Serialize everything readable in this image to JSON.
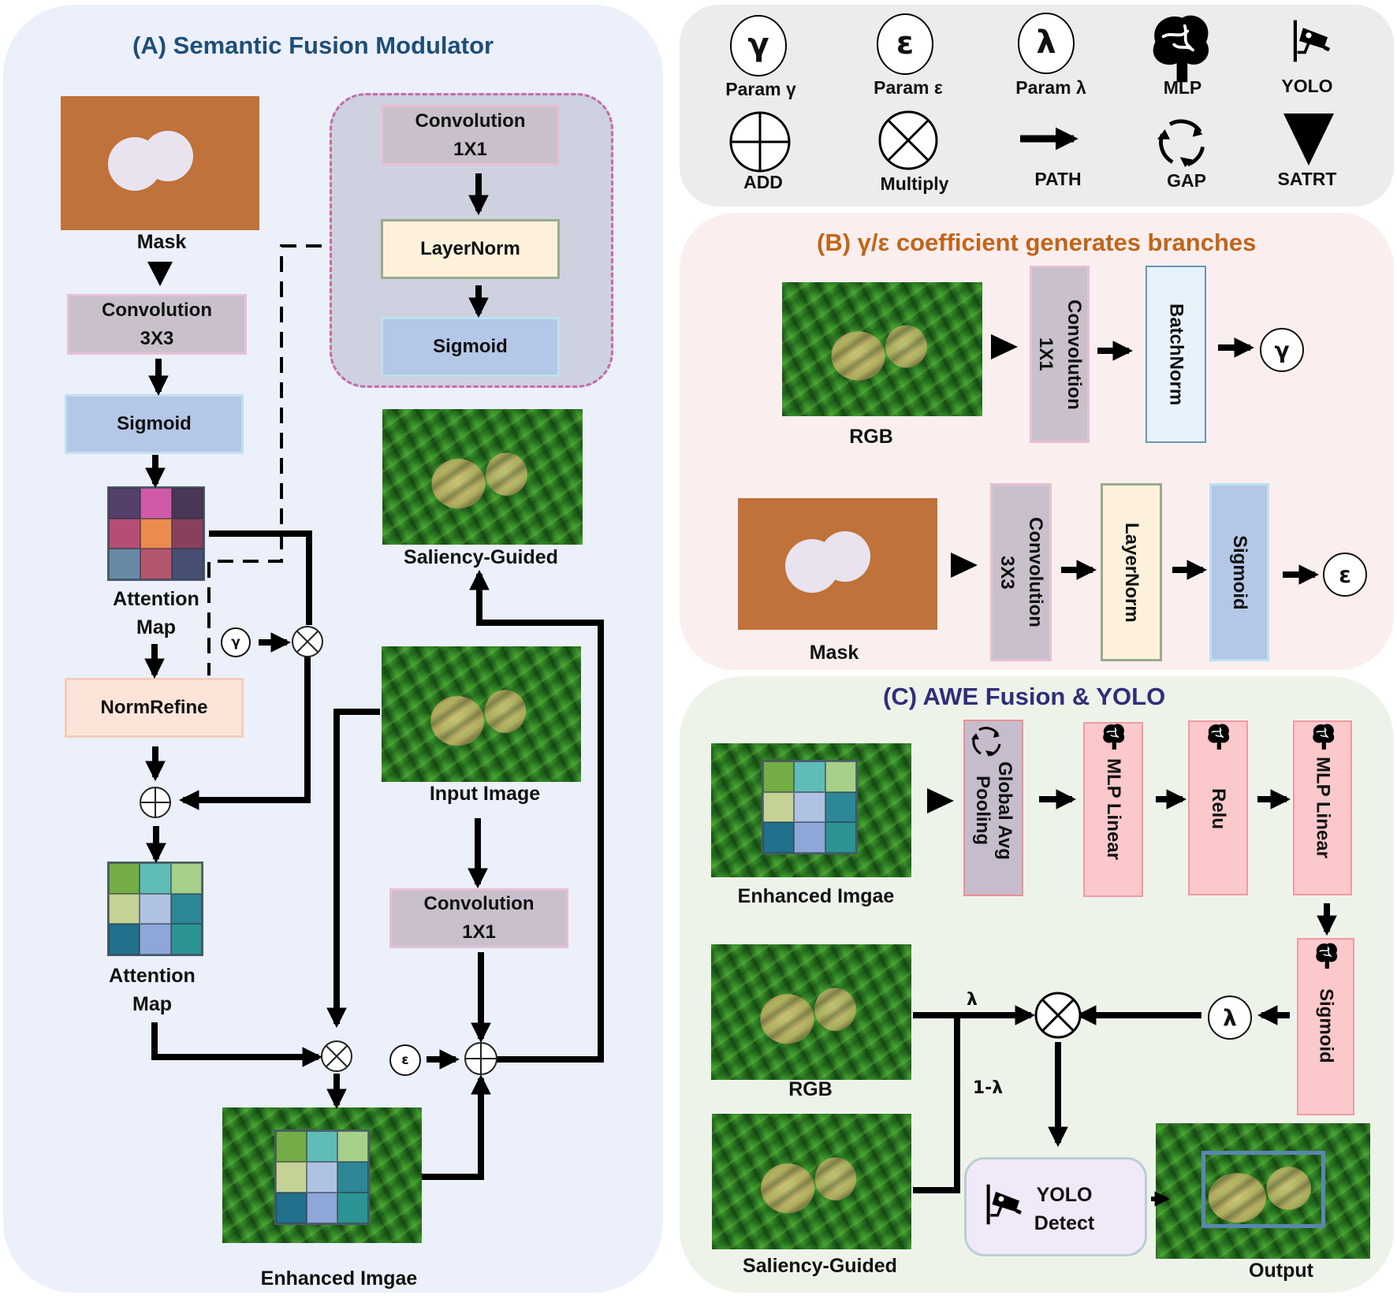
{
  "panels": {
    "a": {
      "title": "(A)   Semantic Fusion Modulator",
      "title_color": "#1f4e79",
      "mask_label": "Mask",
      "conv3": "Convolution 3X3",
      "sigmoid": "Sigmoid",
      "attention_map_label": "Attention Map",
      "normrefine": "NormRefine",
      "attention_map2_label": "Attention Map",
      "enhanced_label": "Enhanced Imgae",
      "sub_conv1": "Convolution 1X1",
      "sub_layernorm": "LayerNorm",
      "sub_sigmoid": "Sigmoid",
      "saliency_label": "Saliency-Guided",
      "input_label": "Input Image",
      "conv1b": "Convolution 1X1",
      "gamma": "γ",
      "epsilon": "ε",
      "attention_colors_1": [
        "#55406b",
        "#d05aa8",
        "#4a3656",
        "#b44e74",
        "#ec8a50",
        "#89405f",
        "#6889a6",
        "#b5566f",
        "#474f72"
      ],
      "attention_colors_2": [
        "#74ad45",
        "#60bcb6",
        "#a7d08b",
        "#c5d296",
        "#b0c2e2",
        "#2d8797",
        "#21708c",
        "#8fa6d8",
        "#2c9494"
      ]
    },
    "legend": {
      "items": [
        {
          "symbol": "γ",
          "label": "Param γ",
          "icon": "gamma-circle-icon"
        },
        {
          "symbol": "ε",
          "label": "Param ε",
          "icon": "epsilon-circle-icon"
        },
        {
          "symbol": "λ",
          "label": "Param λ",
          "icon": "lambda-circle-icon"
        },
        {
          "symbol": "",
          "label": "MLP",
          "icon": "brain-icon"
        },
        {
          "symbol": "",
          "label": "YOLO",
          "icon": "security-camera-icon"
        },
        {
          "symbol": "",
          "label": "ADD",
          "icon": "add-circle-icon"
        },
        {
          "symbol": "",
          "label": "Multiply",
          "icon": "multiply-circle-icon"
        },
        {
          "symbol": "",
          "label": "PATH",
          "icon": "arrow-right-icon"
        },
        {
          "symbol": "",
          "label": "GAP",
          "icon": "cycle-arrows-icon"
        },
        {
          "symbol": "",
          "label": "SATRT",
          "icon": "triangle-down-icon"
        }
      ]
    },
    "b": {
      "title": "(B)  γ/ε coefficient generates branches",
      "title_color": "#c0651a",
      "rgb_label": "RGB",
      "conv1": "Convolution 1X1",
      "batchnorm": "BatchNorm",
      "gamma": "γ",
      "mask_label": "Mask",
      "conv3": "Convolution 3X3",
      "layernorm": "LayerNorm",
      "sigmoid": "Sigmoid",
      "epsilon": "ε"
    },
    "c": {
      "title": "(C)  AWE Fusion & YOLO",
      "title_color": "#2e2e7a",
      "enhanced_label": "Enhanced Imgae",
      "gap": "Global Avg Pooling",
      "mlp1": "MLP Linear",
      "relu": "Relu",
      "mlp2": "MLP Linear",
      "sigmoid": "Sigmoid",
      "lambda": "λ",
      "lambda_label": "λ",
      "one_minus_lambda": "1-λ",
      "rgb_label": "RGB",
      "saliency_label": "Saliency-Guided",
      "yolo_line1": "YOLO",
      "yolo_line2": "Detect",
      "output_label": "Output",
      "bbox_color": "#5b86b0"
    }
  }
}
